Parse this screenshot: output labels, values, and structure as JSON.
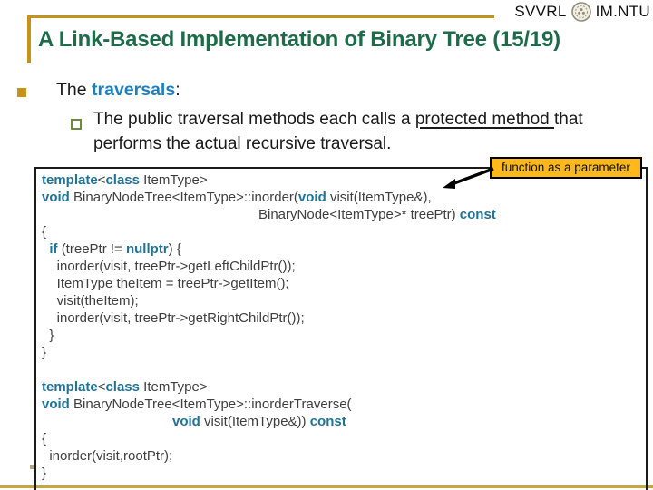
{
  "header": {
    "org_left": "SVVRL",
    "org_right": "IM.NTU",
    "logo": "ntu-seal-icon"
  },
  "title": "A Link-Based Implementation of Binary Tree (15/19)",
  "bullets": {
    "level1": {
      "pre": "The ",
      "highlight": "traversals",
      "post": ":"
    },
    "level2": {
      "pre": "The public traversal methods each calls a ",
      "underlined": "protected method ",
      "post": "that performs the actual recursive traversal."
    }
  },
  "callout": {
    "label": "function as a parameter"
  },
  "code": {
    "block1": [
      {
        "seg": [
          {
            "t": "template",
            "k": 1
          },
          {
            "t": "<"
          },
          {
            "t": "class",
            "k": 1
          },
          {
            "t": " ItemType>"
          }
        ]
      },
      {
        "seg": [
          {
            "t": "void ",
            "k": 1
          },
          {
            "t": "BinaryNodeTree<ItemType>::inorder("
          },
          {
            "t": "void ",
            "k": 1
          },
          {
            "t": "visit(ItemType&),"
          }
        ]
      },
      {
        "pad": 239,
        "seg": [
          {
            "t": "BinaryNode<ItemType>* treePtr) "
          },
          {
            "t": "const",
            "k": 1
          }
        ]
      },
      {
        "seg": [
          {
            "t": "{"
          }
        ]
      },
      {
        "seg": [
          {
            "t": "  "
          },
          {
            "t": "if ",
            "k": 1
          },
          {
            "t": "(treePtr != "
          },
          {
            "t": "nullptr",
            "k": 1
          },
          {
            "t": ") {"
          }
        ]
      },
      {
        "seg": [
          {
            "t": "    inorder(visit, treePtr->getLeftChildPtr());"
          }
        ]
      },
      {
        "seg": [
          {
            "t": "    ItemType theItem = treePtr->getItem();"
          }
        ]
      },
      {
        "seg": [
          {
            "t": "    visit(theItem);"
          }
        ]
      },
      {
        "seg": [
          {
            "t": "    inorder(visit, treePtr->getRightChildPtr());"
          }
        ]
      },
      {
        "seg": [
          {
            "t": "  }"
          }
        ]
      },
      {
        "seg": [
          {
            "t": "}"
          }
        ]
      }
    ],
    "block2": [
      {
        "seg": [
          {
            "t": "template",
            "k": 1
          },
          {
            "t": "<"
          },
          {
            "t": "class",
            "k": 1
          },
          {
            "t": " ItemType>"
          }
        ]
      },
      {
        "seg": [
          {
            "t": "void ",
            "k": 1
          },
          {
            "t": "BinaryNodeTree<ItemType>::inorderTraverse("
          }
        ]
      },
      {
        "pad": 144,
        "seg": [
          {
            "t": "void ",
            "k": 1
          },
          {
            "t": "visit(ItemType&)) "
          },
          {
            "t": "const",
            "k": 1
          }
        ]
      },
      {
        "seg": [
          {
            "t": "{"
          }
        ]
      },
      {
        "seg": [
          {
            "t": "  inorder(visit,rootPtr);"
          }
        ]
      },
      {
        "seg": [
          {
            "t": "}"
          }
        ]
      }
    ]
  },
  "colors": {
    "accent_gold": "#C49417",
    "title_green": "#1D6B49",
    "highlight_blue": "#1E7FC0",
    "keyword_blue": "#1F7396",
    "callout_bg": "#FFB81C",
    "code_text": "#3F3F3F"
  }
}
